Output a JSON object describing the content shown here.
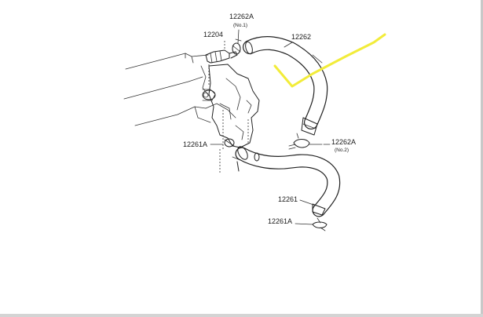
{
  "diagram": {
    "labels": {
      "p12262A_top": "12262A",
      "p12262A_top_note": "(No.1)",
      "p12204": "12204",
      "p12262": "12262",
      "p12262A_right": "12262A",
      "p12262A_right_note": "(No.2)",
      "p12261A_left": "12261A",
      "p12261": "12261",
      "p12261A_bottom": "12261A"
    },
    "annotation_color": "#f2ec3a"
  }
}
